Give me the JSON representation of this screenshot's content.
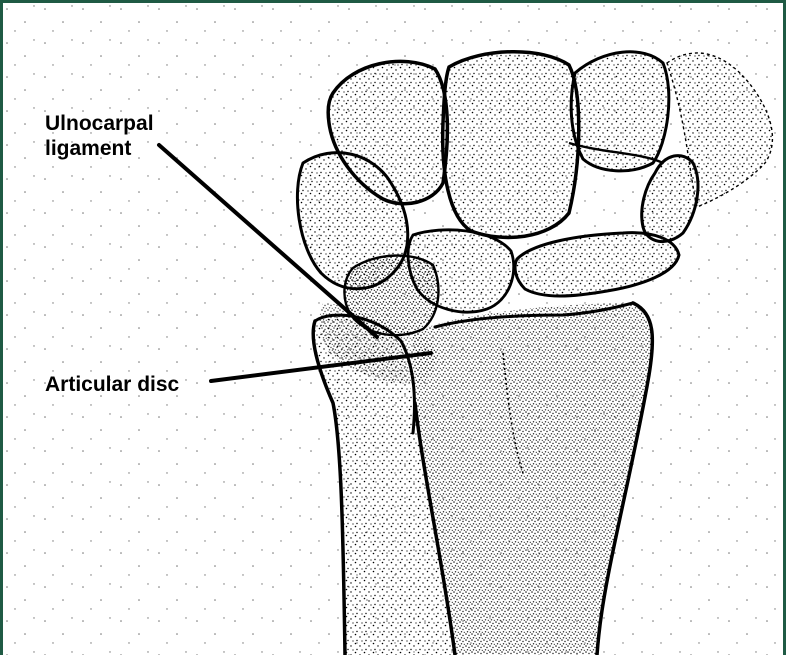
{
  "frame": {
    "border_color": "#1f5a44",
    "ink_color": "#000000",
    "background": "#ffffff"
  },
  "labels": {
    "ulnocarpal_line1": "Ulnocarpal",
    "ulnocarpal_line2": "ligament",
    "articular_disc": "Articular disc"
  }
}
